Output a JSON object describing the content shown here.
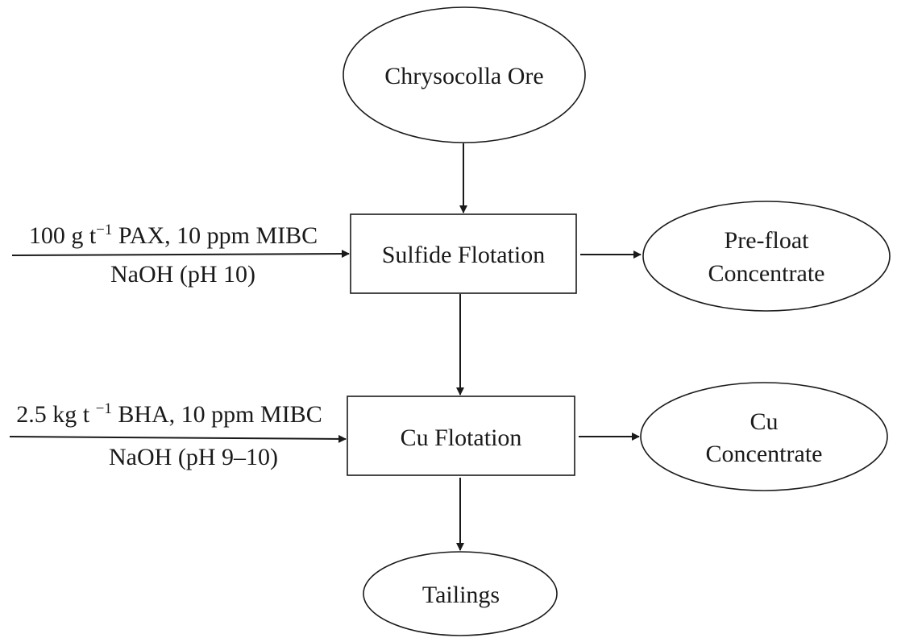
{
  "nodes": {
    "ore": {
      "label": "Chrysocolla Ore"
    },
    "sulfide": {
      "label": "Sulfide Flotation"
    },
    "prefloat": {
      "line1": "Pre-float",
      "line2": "Concentrate"
    },
    "cu_flotation": {
      "label": "Cu Flotation"
    },
    "cu_concentrate": {
      "line1": "Cu",
      "line2": "Concentrate"
    },
    "tailings": {
      "label": "Tailings"
    }
  },
  "reagents": {
    "sulfide": {
      "line1_a": "100 g t",
      "line1_sup": "−1",
      "line1_b": " PAX, 10 ppm MIBC",
      "line2": "NaOH (pH 10)"
    },
    "cu": {
      "line1_a": "2.5 kg t ",
      "line1_sup": "−1",
      "line1_b": " BHA, 10 ppm MIBC",
      "line2": "NaOH (pH 9–10)"
    }
  }
}
